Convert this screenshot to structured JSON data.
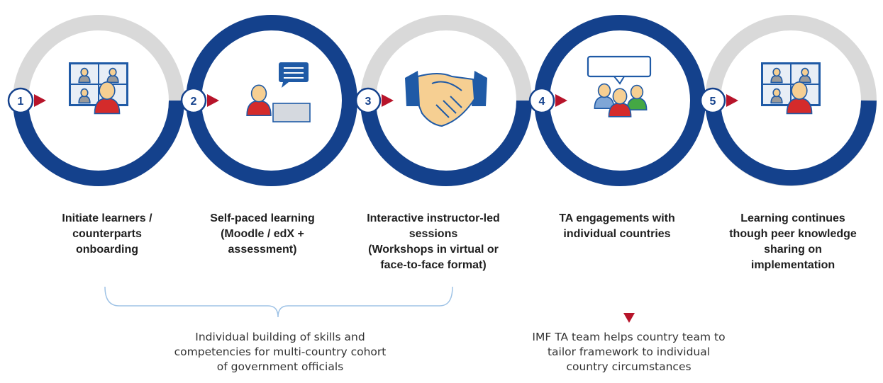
{
  "colors": {
    "dark_ring": "#14418c",
    "light_ring": "#d9d9d9",
    "marker": "#b7142a",
    "bracket": "#9fc3e6",
    "icon_blue": "#1f5aa6",
    "skin": "#f6cf92",
    "shirt_red": "#d42b2b",
    "shirt_green": "#44a844"
  },
  "steps": [
    {
      "number": "1",
      "icon": "video-conference-icon",
      "ring": "light",
      "lines": [
        "Initiate learners /",
        "counterparts",
        "onboarding"
      ]
    },
    {
      "number": "2",
      "icon": "laptop-learner-icon",
      "ring": "dark",
      "lines": [
        "Self-paced learning",
        "(Moodle / edX +",
        "assessment)"
      ]
    },
    {
      "number": "3",
      "icon": "handshake-icon",
      "ring": "light",
      "lines": [
        "Interactive instructor-led",
        "sessions",
        "(Workshops in virtual or",
        "face-to-face format)"
      ]
    },
    {
      "number": "4",
      "icon": "group-discussion-icon",
      "ring": "dark",
      "lines": [
        "TA engagements with",
        "individual countries"
      ]
    },
    {
      "number": "5",
      "icon": "video-conference-icon",
      "ring": "light",
      "lines": [
        "Learning continues",
        "though peer knowledge",
        "sharing on",
        "implementation"
      ]
    }
  ],
  "notes": {
    "left": [
      "Individual building of skills and",
      "competencies for multi-country cohort",
      "of government officials"
    ],
    "right": [
      "IMF TA team helps country team to",
      "tailor framework to individual",
      "country circumstances"
    ]
  }
}
